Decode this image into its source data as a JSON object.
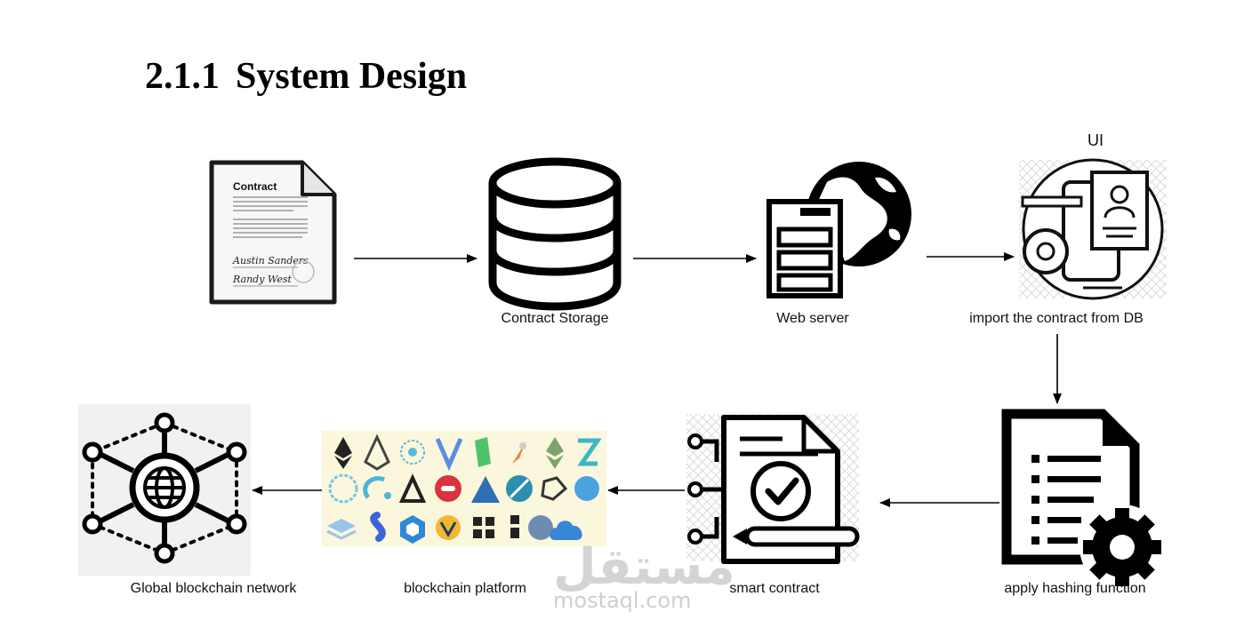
{
  "heading": {
    "number": "2.1.1",
    "title": "System Design"
  },
  "nodes": {
    "contract_doc": {
      "title": "Contract",
      "signature_1": "Austin Sanders",
      "signature_2": "Randy West"
    },
    "contract_storage": {
      "label": "Contract Storage"
    },
    "web_server": {
      "label": "Web server"
    },
    "ui": {
      "caption": "UI",
      "label": "import the contract from DB"
    },
    "hashing": {
      "label": "apply hashing function"
    },
    "smart_contract": {
      "label": "smart contract"
    },
    "blockchain_platform": {
      "label": "blockchain platform"
    },
    "global_network": {
      "label": "Global blockchain network"
    }
  },
  "watermark": {
    "arabic": "مستقل",
    "latin": "mostaql.com"
  },
  "colors": {
    "ink": "#000000",
    "light_bg": "#f1f1f1",
    "platform_bg": "#fbf7dc"
  }
}
